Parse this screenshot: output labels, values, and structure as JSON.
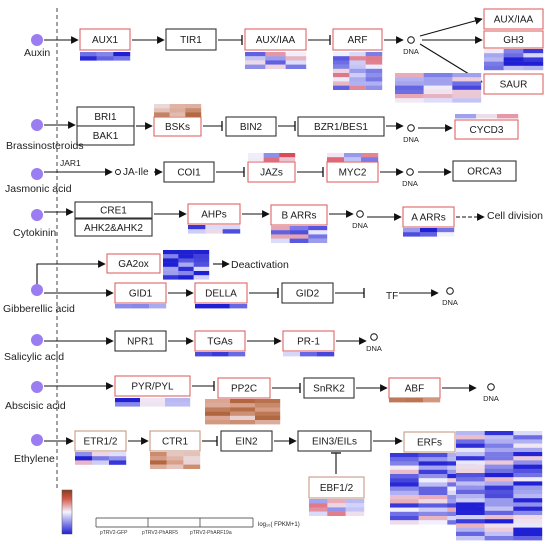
{
  "colors": {
    "hormone_dot": "#9b7df2",
    "box_red": "#e06666",
    "box_black": "#333333",
    "box_tan": "#c79b86",
    "heat_low": "#1f1fd4",
    "heat_mid": "#f2f2ff",
    "heat_high": "#d21f2f",
    "heat_brown": "#9c4a1a"
  },
  "hormones": {
    "auxin": "Auxin",
    "brassinosteroids": "Brassinosteroids",
    "jasmonic": "Jasmonic acid",
    "cytokinin": "Cytokinin",
    "gibberellic": "Gibberellic acid",
    "salicylic": "Salicylic acid",
    "abscisic": "Abscisic acid",
    "ethylene": "Ethylene"
  },
  "nodes": {
    "aux1": "AUX1",
    "tir1": "TIR1",
    "auxiaa": "AUX/IAA",
    "arf": "ARF",
    "out_auxiaa": "AUX/IAA",
    "gh3": "GH3",
    "saur": "SAUR",
    "bri1": "BRI1",
    "bak1": "BAK1",
    "bsks": "BSKs",
    "bin2": "BIN2",
    "bzr1": "BZR1/BES1",
    "cycd3": "CYCD3",
    "jar1": "JAR1",
    "jaile": "JA-Ile",
    "coi1": "COI1",
    "jazs": "JAZs",
    "myc2": "MYC2",
    "orca3": "ORCA3",
    "cre1": "CRE1",
    "ahk2": "AHK2&AHK2",
    "ahps": "AHPs",
    "barrs": "B ARRs",
    "aarrs": "A ARRs",
    "celldiv": "Cell division",
    "ga2ox": "GA2ox",
    "deactivation": "Deactivation",
    "gid1": "GID1",
    "della": "DELLA",
    "gid2": "GID2",
    "tf": "TF",
    "npr1": "NPR1",
    "tgas": "TGAs",
    "pr1": "PR-1",
    "pyr": "PYR/PYL",
    "pp2c": "PP2C",
    "snrk2": "SnRK2",
    "abf": "ABF",
    "etr1": "ETR1/2",
    "ctr1": "CTR1",
    "ein2": "EIN2",
    "ein3": "EIN3/EILs",
    "erfs": "ERFs",
    "ebf12": "EBF1/2"
  },
  "dna": "DNA",
  "legend": {
    "samples": [
      "pTRV2-GFP",
      "pTRV2-PhARF5",
      "pTRV2-PhARF19a"
    ],
    "axis_label": "log₁₀( FPKM+1)"
  }
}
